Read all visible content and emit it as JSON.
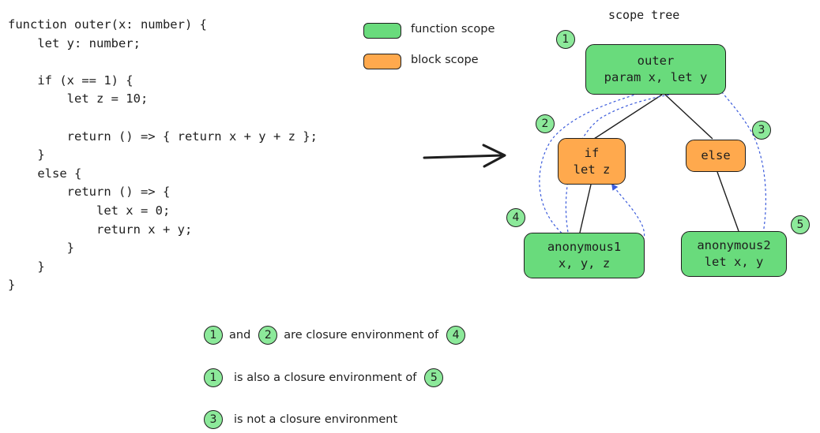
{
  "code_lines": [
    "function outer(x: number) {",
    "    let y: number;",
    "",
    "    if (x == 1) {",
    "        let z = 10;",
    "",
    "        return () => { return x + y + z };",
    "    }",
    "    else {",
    "        return () => {",
    "            let x = 0;",
    "            return x + y;",
    "        }",
    "    }",
    "}"
  ],
  "legend": {
    "function_scope": {
      "label": "function scope",
      "color": "#69db7c"
    },
    "block_scope": {
      "label": "block scope",
      "color": "#ffa94d"
    }
  },
  "tree": {
    "title": "scope tree",
    "nodes": {
      "outer": {
        "line1": "outer",
        "line2": "param x, let y",
        "badge": "1"
      },
      "if": {
        "line1": "if",
        "line2": "let z",
        "badge": "2"
      },
      "else": {
        "line1": "else",
        "badge": "3"
      },
      "anonymous1": {
        "line1": "anonymous1",
        "line2": "x, y, z",
        "badge": "4"
      },
      "anonymous2": {
        "line1": "anonymous2",
        "line2": "let x, y",
        "badge": "5"
      }
    }
  },
  "notes": [
    {
      "a": "1",
      "conj": "and",
      "b": "2",
      "text": "are closure environment of",
      "c": "4"
    },
    {
      "a": "1",
      "text": "is also a closure environment of",
      "c": "5"
    },
    {
      "a": "3",
      "text": "is not a closure environment"
    }
  ],
  "colors": {
    "badge": "#8ce99a",
    "arrow": "#3b5bdb",
    "stroke": "#1e1e1e"
  }
}
